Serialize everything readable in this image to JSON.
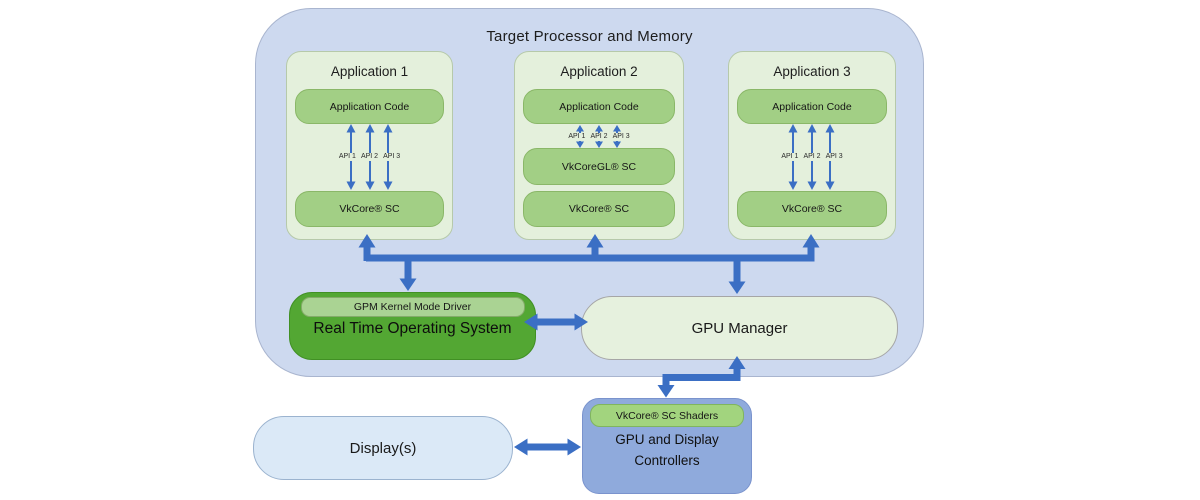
{
  "diagram": {
    "title": "Target Processor and Memory",
    "apps": [
      {
        "title": "Application 1",
        "code_label": "Application Code",
        "api_labels": [
          "API 1",
          "API 2",
          "API 3"
        ],
        "layers": [
          "VkCore® SC"
        ]
      },
      {
        "title": "Application 2",
        "code_label": "Application Code",
        "api_labels": [
          "API 1",
          "API 2",
          "API 3"
        ],
        "layers": [
          "VkCoreGL® SC",
          "VkCore® SC"
        ]
      },
      {
        "title": "Application 3",
        "code_label": "Application Code",
        "api_labels": [
          "API 1",
          "API 2",
          "API 3"
        ],
        "layers": [
          "VkCore® SC"
        ]
      }
    ],
    "rtos": {
      "header": "GPM Kernel Mode Driver",
      "label": "Real Time Operating System"
    },
    "gpu_manager": {
      "label": "GPU Manager"
    },
    "display_controllers": {
      "header": "VkCore® SC Shaders",
      "label": "GPU and Display Controllers"
    },
    "displays": {
      "label": "Display(s)"
    },
    "colors": {
      "container_fill": "#cdd9ef",
      "app_box_fill": "#e4f0dc",
      "module_fill": "#a2cf85",
      "rtos_fill": "#53a733",
      "rtos_header_fill": "#aad393",
      "gpu_manager_fill": "#e6f1de",
      "controllers_fill": "#8faadc",
      "controllers_header_fill": "#a2d47e",
      "display_fill": "#dbe9f7",
      "arrow_blue": "#3b6fc4"
    }
  }
}
